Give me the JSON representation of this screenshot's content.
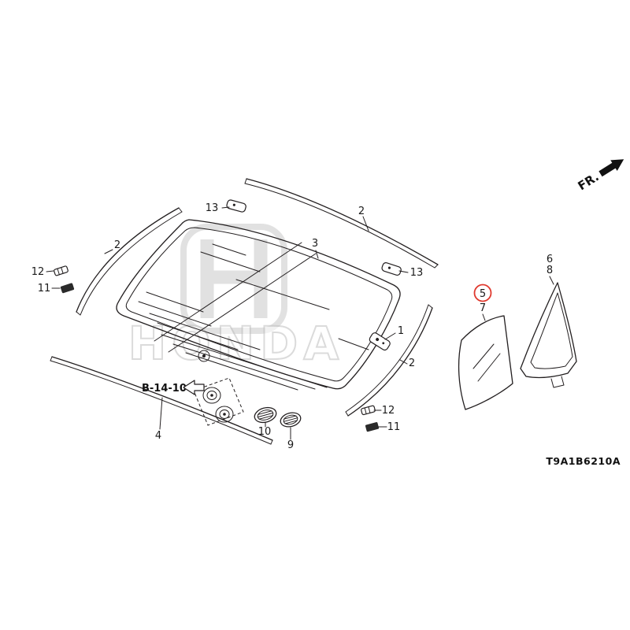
{
  "diagram": {
    "fr_label": "FR.",
    "ref_code": "B-14-10",
    "part_code": "T9A1B6210A",
    "watermark_brand": "HONDA",
    "callouts": {
      "n1": "1",
      "n2": "2",
      "n3": "3",
      "n4": "4",
      "n5": "5",
      "n6": "6",
      "n7": "7",
      "n8": "8",
      "n9": "9",
      "n10": "10",
      "n11": "11",
      "n12": "12",
      "n13": "13"
    },
    "highlighted_callout": "5",
    "colors": {
      "highlight_ring": "#e03a2f",
      "line": "#231f20",
      "watermark": "#c9c9c9"
    }
  }
}
